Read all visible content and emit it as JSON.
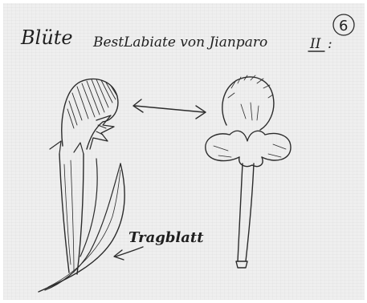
{
  "heading": {
    "word1": "Blüte",
    "rest": "BestLabiate von Jianparo",
    "roman": "II",
    "trailing": ":",
    "page_number": "6"
  },
  "labels": {
    "bract": "Tragblatt"
  },
  "colors": {
    "paper": "#efefef",
    "ink": "#2b2b2b",
    "frame": "#ffffff"
  }
}
